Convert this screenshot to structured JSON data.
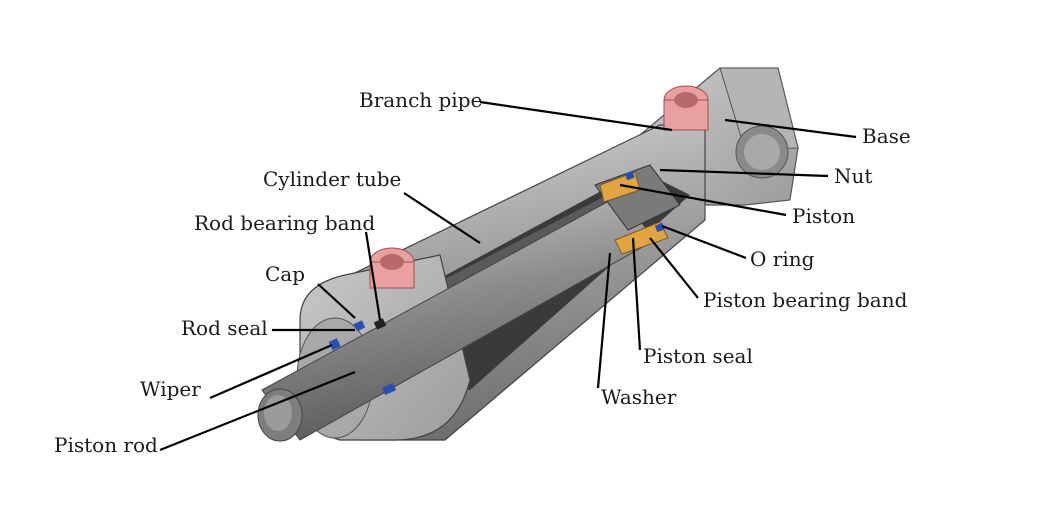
{
  "labels": {
    "branch_pipe": "Branch pipe",
    "base": "Base",
    "nut": "Nut",
    "cylinder_tube": "Cylinder tube",
    "piston": "Piston",
    "rod_bearing_band": "Rod bearing band",
    "o_ring": "O ring",
    "cap": "Cap",
    "piston_bearing_band": "Piston bearing band",
    "rod_seal": "Rod seal",
    "piston_seal": "Piston seal",
    "wiper": "Wiper",
    "washer": "Washer",
    "piston_rod": "Piston rod"
  },
  "colors": {
    "metal": "#9a9a9a",
    "metal_light": "#bdbdbd",
    "metal_dark": "#3a3a3a",
    "port": "#e8a0a0",
    "bearing_band": "#e0a440",
    "seal": "#2a4fb0"
  }
}
